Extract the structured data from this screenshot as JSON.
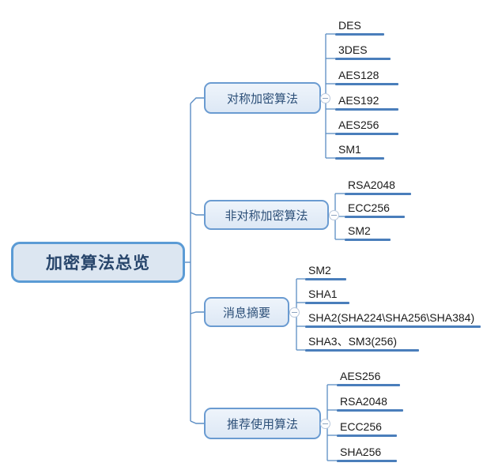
{
  "diagram": {
    "type": "mind-map",
    "root": {
      "label": "加密算法总览"
    },
    "colors": {
      "root_border": "#5b9bd5",
      "root_fill": "#dce6f1",
      "root_text": "#27456b",
      "branch_border": "#6a9bd1",
      "branch_text": "#2c4f78",
      "connector": "#5b8dc4",
      "leaf_bar": "#4a7ebb",
      "leaf_text": "#1a1a1a"
    },
    "branches": [
      {
        "label": "对称加密算法",
        "toggle_icon": "collapse-minus-icon",
        "leaves": [
          "DES",
          "3DES",
          "AES128",
          "AES192",
          "AES256",
          "SM1"
        ]
      },
      {
        "label": "非对称加密算法",
        "toggle_icon": "collapse-minus-icon",
        "leaves": [
          "RSA2048",
          "ECC256",
          "SM2"
        ]
      },
      {
        "label": "消息摘要",
        "toggle_icon": "collapse-minus-icon",
        "leaves": [
          "SM2",
          "SHA1",
          "SHA2(SHA224\\SHA256\\SHA384)",
          "SHA3、SM3(256)"
        ]
      },
      {
        "label": "推荐使用算法",
        "toggle_icon": "collapse-minus-icon",
        "leaves": [
          "AES256",
          "RSA2048",
          "ECC256",
          "SHA256"
        ]
      }
    ]
  }
}
